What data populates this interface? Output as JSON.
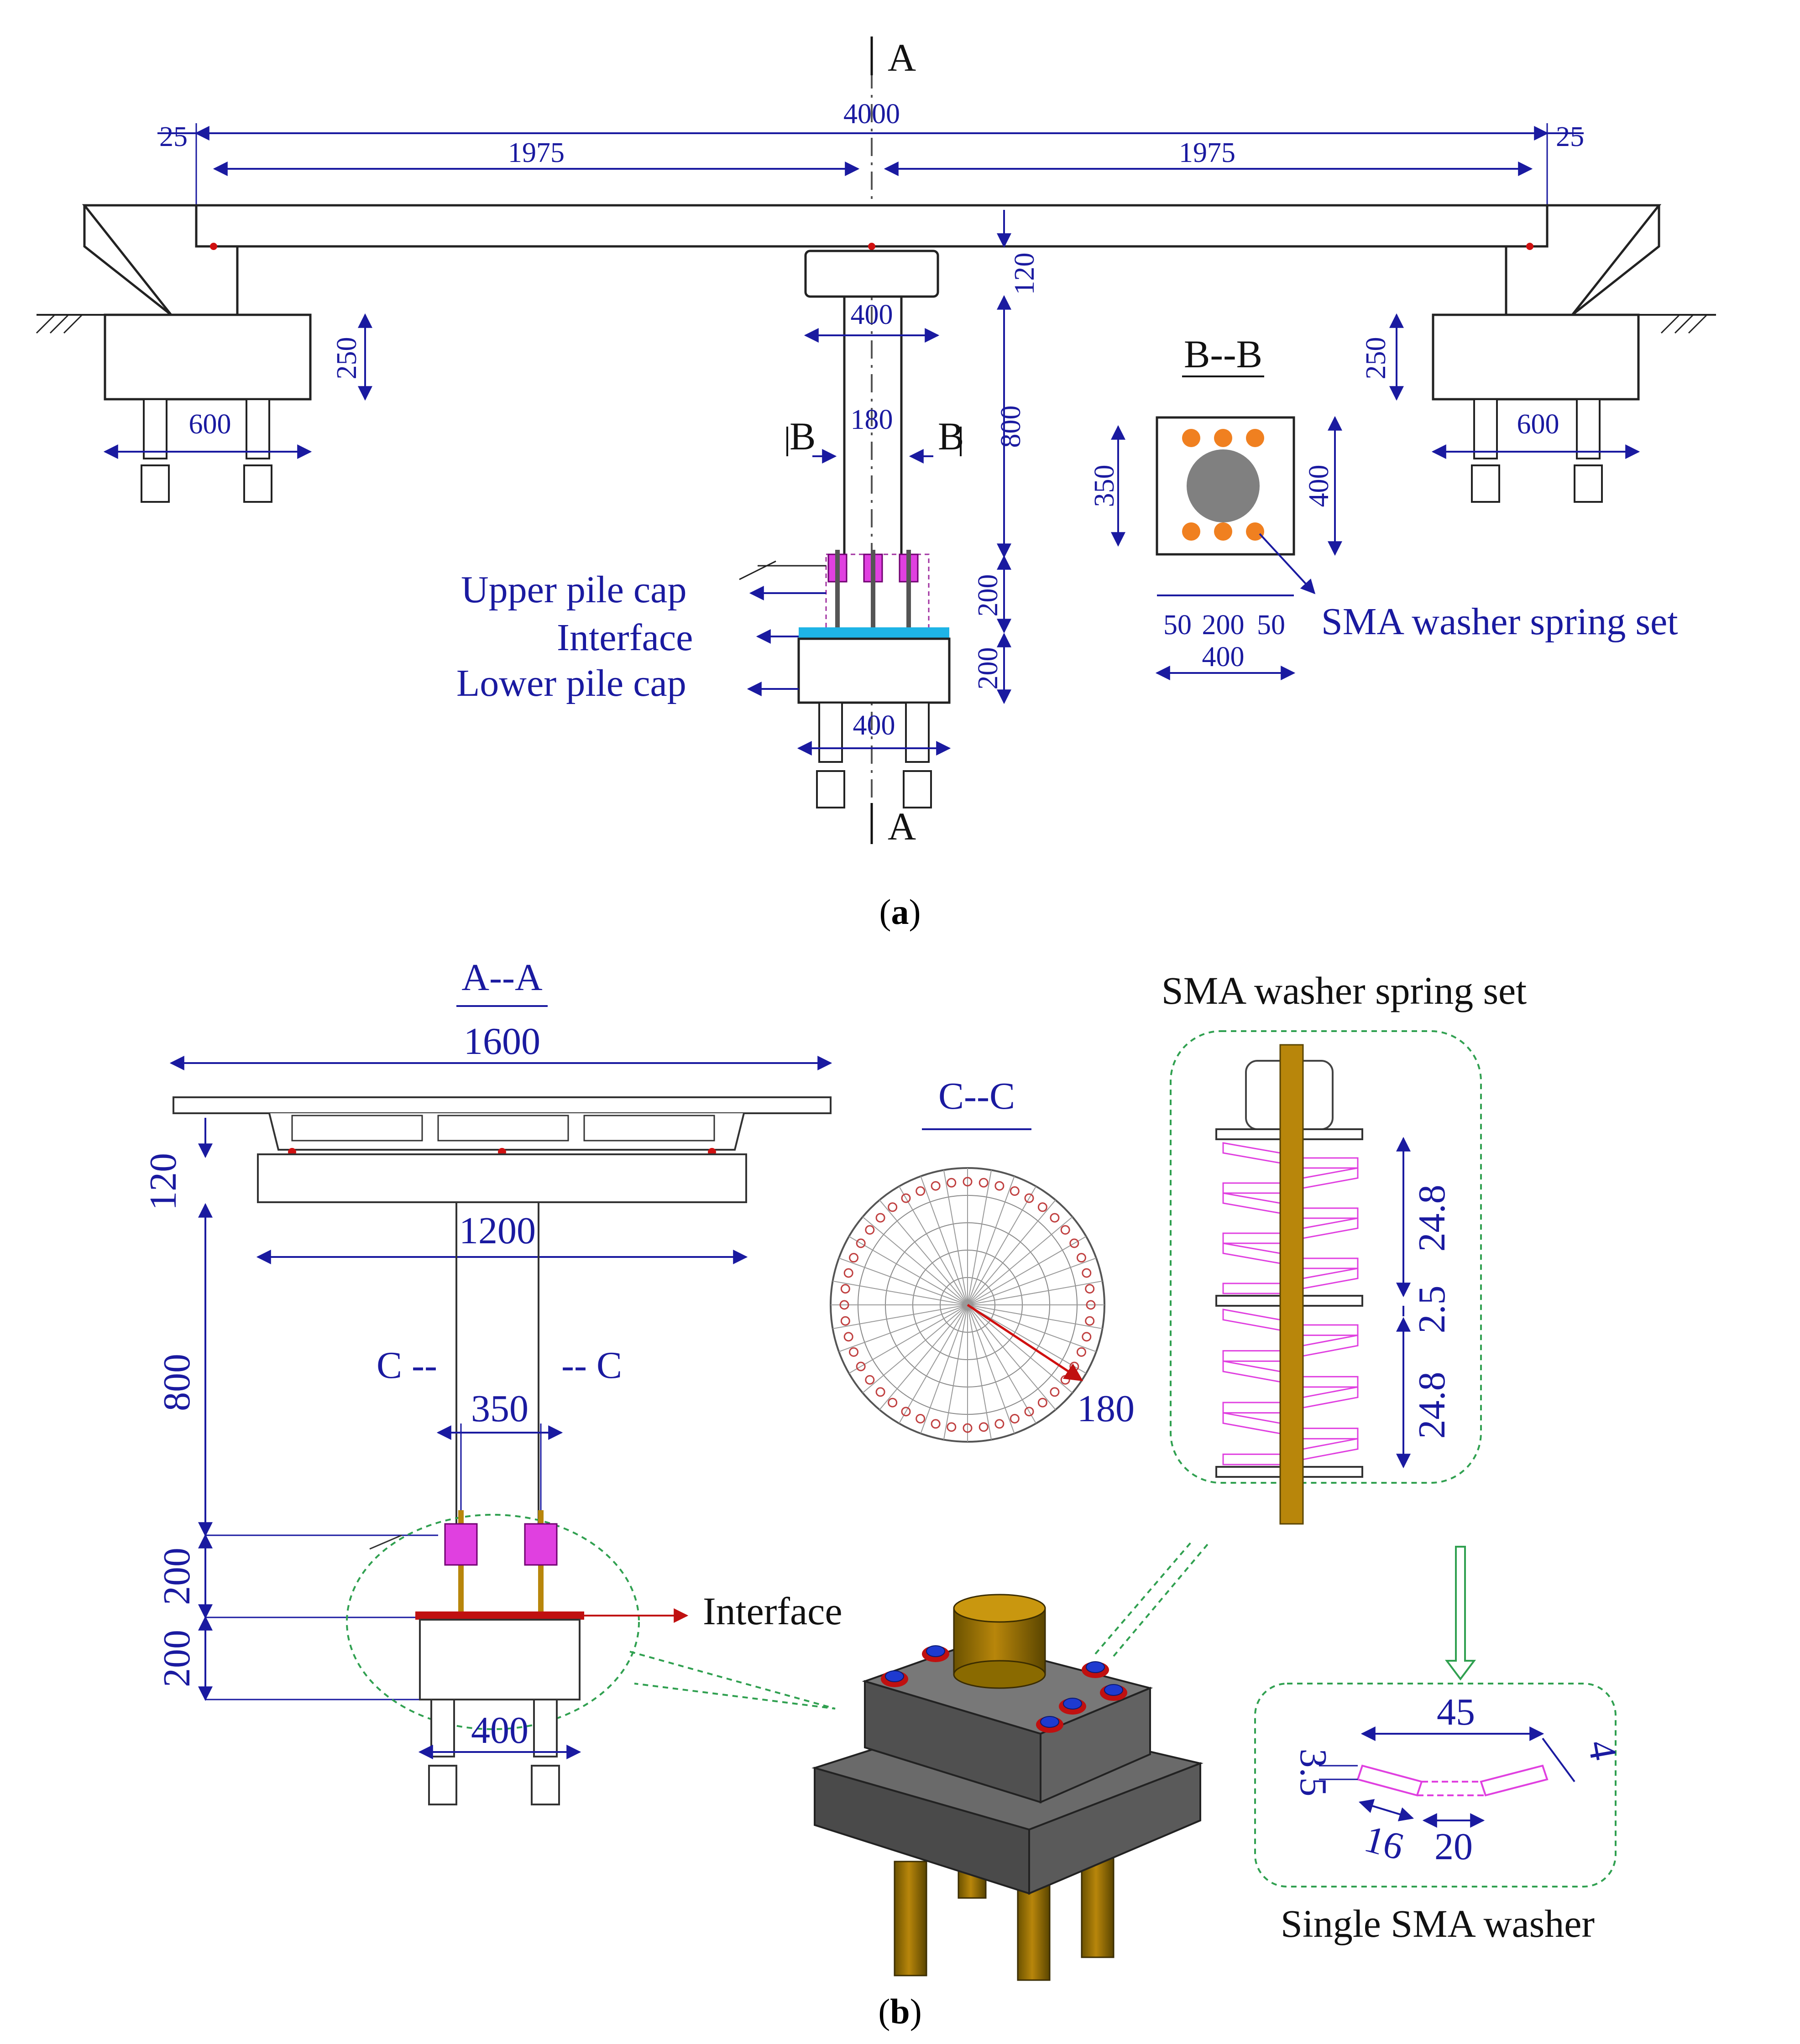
{
  "panel_a": {
    "caption": "a",
    "section_mark_top": "A",
    "section_mark_bottom": "A",
    "dims": {
      "span_total": "4000",
      "half_left": "1975",
      "half_right": "1975",
      "gap_left": "25",
      "gap_right": "25",
      "cap_height": "120",
      "cap_width": "400",
      "column_dia": "180",
      "column_height": "800",
      "upper_cap_height": "200",
      "lower_cap_height": "200",
      "lower_cap_width": "400",
      "abutment_left_height": "250",
      "abutment_left_width": "600",
      "abutment_right_height": "250",
      "abutment_right_width": "600"
    },
    "section_b_left": "B",
    "section_b_right": "B",
    "labels": {
      "upper_pile_cap": "Upper pile cap",
      "interface": "Interface",
      "lower_pile_cap": "Lower pile cap",
      "sma_set": "SMA washer spring set"
    },
    "section_bb": {
      "title": "B--B",
      "height_outer": "400",
      "height_inner": "350",
      "bottom_dims": [
        "50",
        "200",
        "50"
      ],
      "width": "400"
    }
  },
  "panel_b": {
    "caption": "b",
    "section_aa": {
      "title": "A--A",
      "deck_width": "1600",
      "cap_height": "120",
      "cap_width": "1200",
      "column_height": "800",
      "upper_cap_height": "200",
      "lower_cap_height": "200",
      "bolt_spacing": "350",
      "lower_cap_width": "400",
      "cut_left": "C --",
      "cut_right": "-- C",
      "interface": "Interface"
    },
    "section_cc": {
      "title": "C--C",
      "radius": "180"
    },
    "sma_set": {
      "title": "SMA washer  spring set",
      "dim_top": "24.8",
      "dim_mid": "2.5",
      "dim_bottom": "24.8"
    },
    "single_washer": {
      "title": "Single  SMA washer",
      "dim_45": "45",
      "dim_4": "4",
      "dim_35": "3.5",
      "dim_16": "16",
      "dim_20": "20"
    }
  },
  "colors": {
    "dimension": "#1a1aa0",
    "interface_a": "#1eb4e6",
    "interface_b": "#c01010",
    "sma_washer": "#e040e0",
    "bolt_bar": "#b8860b",
    "washer_dot": "#f08020",
    "concrete_3d": "#5a5a5a"
  }
}
